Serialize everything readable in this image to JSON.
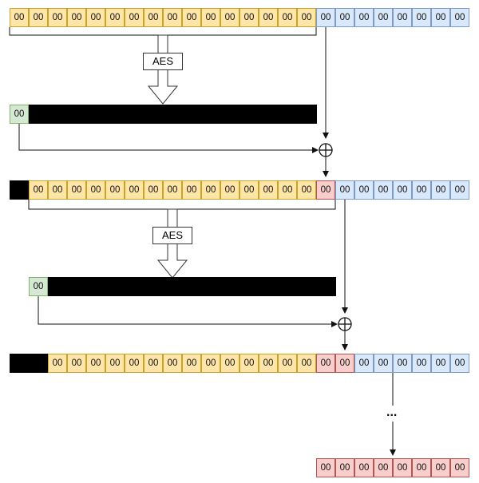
{
  "colors": {
    "yellow_fill": "#ffe6a8",
    "yellow_border": "#c9a227",
    "blue_fill": "#dae8fc",
    "blue_border": "#7a9cc6",
    "red_fill": "#f8cecc",
    "red_border": "#b85450",
    "green_fill": "#d5e8d4",
    "green_border": "#82b366",
    "black": "#000000"
  },
  "cell_value": "00",
  "aes_label": "AES",
  "ellipsis": "...",
  "rows": [
    {
      "id": "row1",
      "cells": [
        {
          "value": "00",
          "type": "yellow"
        },
        {
          "value": "00",
          "type": "yellow"
        },
        {
          "value": "00",
          "type": "yellow"
        },
        {
          "value": "00",
          "type": "yellow"
        },
        {
          "value": "00",
          "type": "yellow"
        },
        {
          "value": "00",
          "type": "yellow"
        },
        {
          "value": "00",
          "type": "yellow"
        },
        {
          "value": "00",
          "type": "yellow"
        },
        {
          "value": "00",
          "type": "yellow"
        },
        {
          "value": "00",
          "type": "yellow"
        },
        {
          "value": "00",
          "type": "yellow"
        },
        {
          "value": "00",
          "type": "yellow"
        },
        {
          "value": "00",
          "type": "yellow"
        },
        {
          "value": "00",
          "type": "yellow"
        },
        {
          "value": "00",
          "type": "yellow"
        },
        {
          "value": "00",
          "type": "yellow"
        },
        {
          "value": "00",
          "type": "blue"
        },
        {
          "value": "00",
          "type": "blue"
        },
        {
          "value": "00",
          "type": "blue"
        },
        {
          "value": "00",
          "type": "blue"
        },
        {
          "value": "00",
          "type": "blue"
        },
        {
          "value": "00",
          "type": "blue"
        },
        {
          "value": "00",
          "type": "blue"
        },
        {
          "value": "00",
          "type": "blue"
        }
      ]
    },
    {
      "id": "row2",
      "cells": [
        {
          "value": "00",
          "type": "yellow"
        },
        {
          "value": "00",
          "type": "yellow"
        },
        {
          "value": "00",
          "type": "yellow"
        },
        {
          "value": "00",
          "type": "yellow"
        },
        {
          "value": "00",
          "type": "yellow"
        },
        {
          "value": "00",
          "type": "yellow"
        },
        {
          "value": "00",
          "type": "yellow"
        },
        {
          "value": "00",
          "type": "yellow"
        },
        {
          "value": "00",
          "type": "yellow"
        },
        {
          "value": "00",
          "type": "yellow"
        },
        {
          "value": "00",
          "type": "yellow"
        },
        {
          "value": "00",
          "type": "yellow"
        },
        {
          "value": "00",
          "type": "yellow"
        },
        {
          "value": "00",
          "type": "yellow"
        },
        {
          "value": "00",
          "type": "yellow"
        },
        {
          "value": "00",
          "type": "red"
        },
        {
          "value": "00",
          "type": "blue"
        },
        {
          "value": "00",
          "type": "blue"
        },
        {
          "value": "00",
          "type": "blue"
        },
        {
          "value": "00",
          "type": "blue"
        },
        {
          "value": "00",
          "type": "blue"
        },
        {
          "value": "00",
          "type": "blue"
        },
        {
          "value": "00",
          "type": "blue"
        }
      ]
    },
    {
      "id": "row3",
      "cells": [
        {
          "value": "00",
          "type": "yellow"
        },
        {
          "value": "00",
          "type": "yellow"
        },
        {
          "value": "00",
          "type": "yellow"
        },
        {
          "value": "00",
          "type": "yellow"
        },
        {
          "value": "00",
          "type": "yellow"
        },
        {
          "value": "00",
          "type": "yellow"
        },
        {
          "value": "00",
          "type": "yellow"
        },
        {
          "value": "00",
          "type": "yellow"
        },
        {
          "value": "00",
          "type": "yellow"
        },
        {
          "value": "00",
          "type": "yellow"
        },
        {
          "value": "00",
          "type": "yellow"
        },
        {
          "value": "00",
          "type": "yellow"
        },
        {
          "value": "00",
          "type": "yellow"
        },
        {
          "value": "00",
          "type": "yellow"
        },
        {
          "value": "00",
          "type": "red"
        },
        {
          "value": "00",
          "type": "red"
        },
        {
          "value": "00",
          "type": "blue"
        },
        {
          "value": "00",
          "type": "blue"
        },
        {
          "value": "00",
          "type": "blue"
        },
        {
          "value": "00",
          "type": "blue"
        },
        {
          "value": "00",
          "type": "blue"
        },
        {
          "value": "00",
          "type": "blue"
        }
      ]
    },
    {
      "id": "output",
      "cells": [
        {
          "value": "00",
          "type": "red"
        },
        {
          "value": "00",
          "type": "red"
        },
        {
          "value": "00",
          "type": "red"
        },
        {
          "value": "00",
          "type": "red"
        },
        {
          "value": "00",
          "type": "red"
        },
        {
          "value": "00",
          "type": "red"
        },
        {
          "value": "00",
          "type": "red"
        },
        {
          "value": "00",
          "type": "red"
        }
      ]
    }
  ],
  "green_cells": [
    "00",
    "00"
  ]
}
